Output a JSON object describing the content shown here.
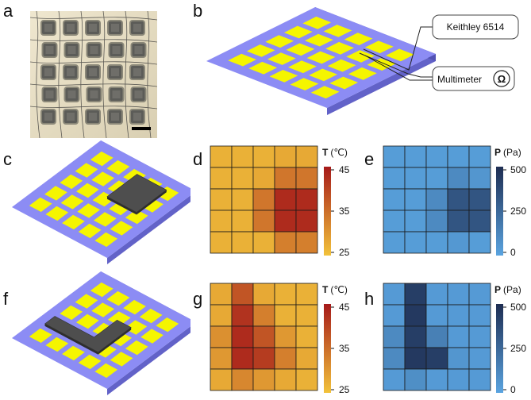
{
  "panels": {
    "a": "a",
    "b": "b",
    "c": "c",
    "d": "d",
    "e": "e",
    "f": "f",
    "g": "g",
    "h": "h"
  },
  "instruments": {
    "keithley": "Keithley 6514",
    "multimeter": "Multimeter",
    "ohm_symbol": "Ω"
  },
  "colors": {
    "substrate_top": "#8c8cf4",
    "substrate_side": "#6262c8",
    "pad": "#f5f500",
    "object": "#4e4e4e",
    "grid_line": "#1a1a1a"
  },
  "temperature_bar": {
    "title_bold": "T",
    "unit": "(℃)",
    "ticks": [
      "45",
      "35",
      "25"
    ],
    "min": 25,
    "max": 45,
    "colors": [
      "#f2c23a",
      "#a61a1a"
    ]
  },
  "pressure_bar": {
    "title_bold": "P",
    "unit": "(Pa)",
    "ticks": [
      "500",
      "250",
      "0"
    ],
    "min": 0,
    "max": 500,
    "colors": [
      "#5aa4e0",
      "#1e2d52"
    ]
  },
  "chart_data": [
    {
      "type": "heatmap",
      "panel": "d",
      "variable": "T",
      "unit": "℃",
      "range": [
        25,
        45
      ],
      "values": [
        [
          27,
          27,
          27,
          28,
          28
        ],
        [
          27,
          27,
          28,
          34,
          34
        ],
        [
          27,
          27,
          34,
          43,
          43
        ],
        [
          27,
          27,
          34,
          43,
          43
        ],
        [
          27,
          27,
          27,
          33,
          33
        ]
      ]
    },
    {
      "type": "heatmap",
      "panel": "e",
      "variable": "P",
      "unit": "Pa",
      "range": [
        0,
        500
      ],
      "values": [
        [
          30,
          30,
          30,
          30,
          30
        ],
        [
          30,
          30,
          30,
          110,
          60
        ],
        [
          30,
          30,
          110,
          330,
          330
        ],
        [
          30,
          30,
          110,
          330,
          330
        ],
        [
          30,
          30,
          30,
          50,
          30
        ]
      ]
    },
    {
      "type": "heatmap",
      "panel": "g",
      "variable": "T",
      "unit": "℃",
      "range": [
        25,
        45
      ],
      "values": [
        [
          28,
          38,
          28,
          27,
          27
        ],
        [
          28,
          42,
          33,
          27,
          27
        ],
        [
          31,
          43,
          38,
          30,
          27
        ],
        [
          30,
          43,
          41,
          33,
          28
        ],
        [
          28,
          32,
          30,
          28,
          27
        ]
      ]
    },
    {
      "type": "heatmap",
      "panel": "h",
      "variable": "P",
      "unit": "Pa",
      "range": [
        0,
        500
      ],
      "values": [
        [
          40,
          430,
          40,
          40,
          40
        ],
        [
          40,
          450,
          40,
          40,
          40
        ],
        [
          110,
          430,
          150,
          40,
          40
        ],
        [
          110,
          450,
          430,
          60,
          40
        ],
        [
          40,
          90,
          40,
          40,
          40
        ]
      ]
    }
  ]
}
